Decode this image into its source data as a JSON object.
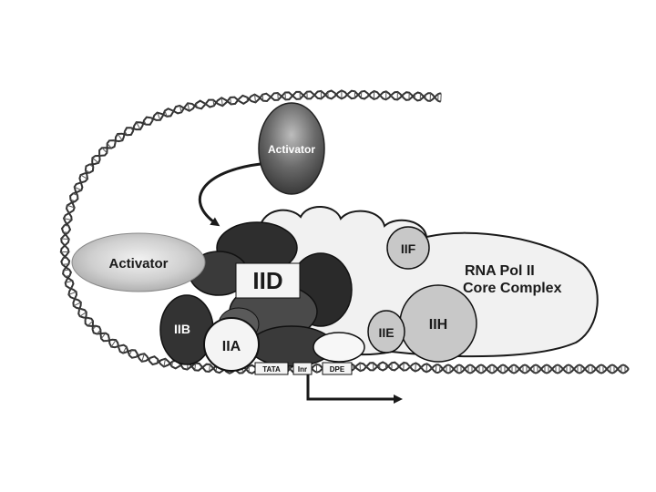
{
  "diagram": {
    "labels": {
      "activator_top": "Activator",
      "activator_left": "Activator",
      "iid": "IID",
      "iib": "IIB",
      "iia": "IIA",
      "iif": "IIF",
      "iie": "IIE",
      "iih": "IIH",
      "pol_line1": "RNA Pol II",
      "pol_line2": "Core Complex",
      "tata": "TATA",
      "inr": "Inr",
      "dpe": "DPE"
    },
    "colors": {
      "background": "#ffffff",
      "outline": "#1a1a1a",
      "polymerase_fill": "#f1f1f1",
      "iid_dark": "#2e2e2e",
      "iid_mid": "#4a4a4a",
      "factor_light": "#c8c8c8",
      "factor_pale": "#dddddd",
      "iia_fill": "#f4f4f4",
      "dna_strand": "#333333"
    }
  }
}
